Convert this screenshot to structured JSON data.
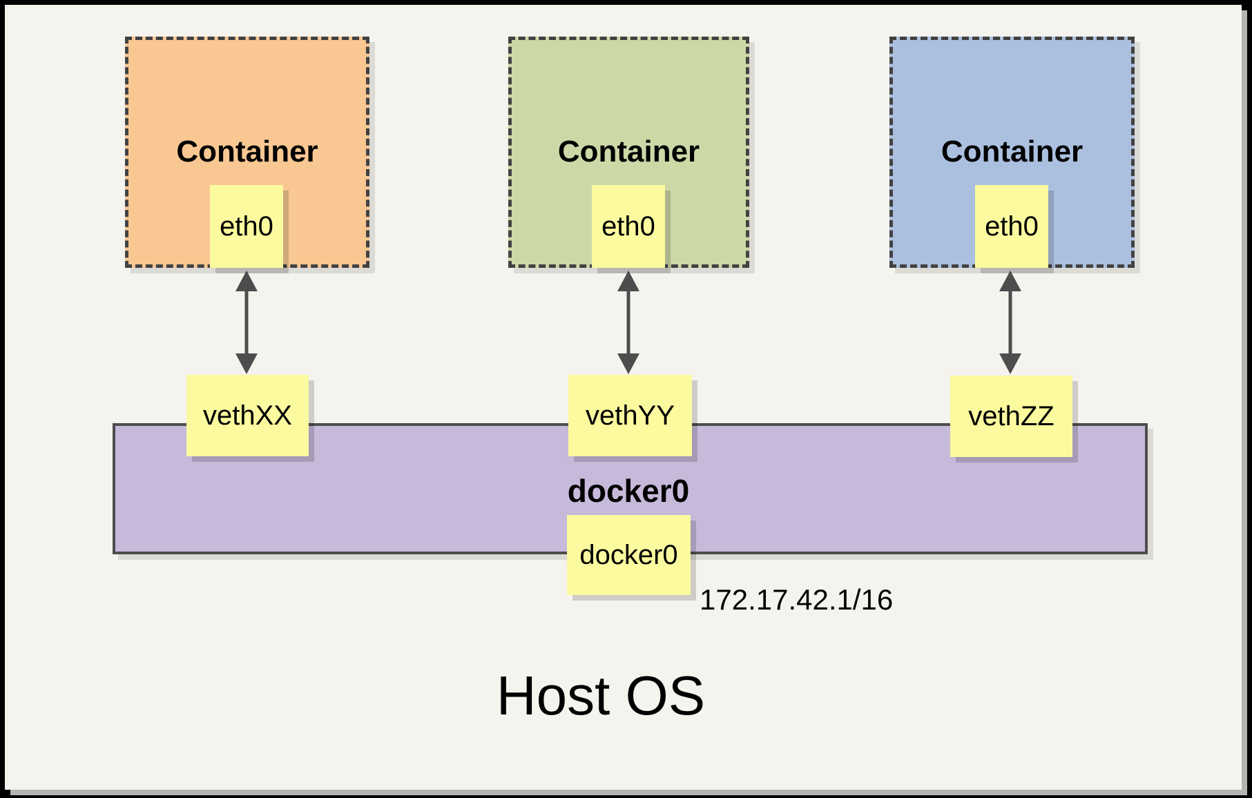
{
  "diagram": {
    "host_label": "Host OS",
    "bridge": {
      "label": "docker0",
      "interface": "docker0",
      "ip": "172.17.42.1/16"
    },
    "containers": [
      {
        "title": "Container",
        "interface": "eth0",
        "veth": "vethXX",
        "fill": "#F8C792"
      },
      {
        "title": "Container",
        "interface": "eth0",
        "veth": "vethYY",
        "fill": "#CCD9A7"
      },
      {
        "title": "Container",
        "interface": "eth0",
        "veth": "vethZZ",
        "fill": "#ABC0DF"
      }
    ],
    "colors": {
      "note_yellow": "#FBFA9E",
      "bridge_purple": "#C6B9D9",
      "canvas_background": "#F5F3EE",
      "dashed_border": "#424242",
      "connector_gray": "#4D4D4D"
    }
  }
}
